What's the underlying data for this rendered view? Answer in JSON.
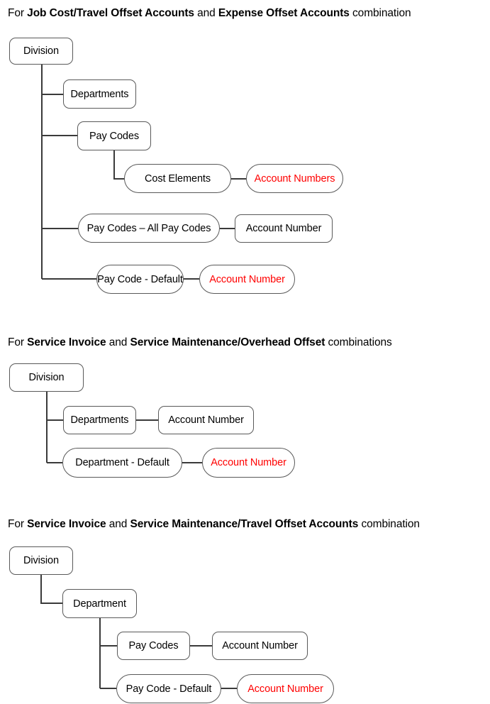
{
  "document": {
    "title": "Offset Account Hierarchy Diagrams",
    "background_color": "#ffffff",
    "accent_color": "#FF0000",
    "node_border_color": "#595959",
    "text_color": "#000000"
  },
  "sections": [
    {
      "id": "section-1",
      "caption": {
        "parts": [
          {
            "text": "For ",
            "bold": false
          },
          {
            "text": "Job Cost/Travel Offset Accounts",
            "bold": true
          },
          {
            "text": " and ",
            "bold": false
          },
          {
            "text": "Expense Offset Accounts",
            "bold": true
          },
          {
            "text": " combination",
            "bold": false
          }
        ],
        "plain": "For Job Cost/Travel Offset Accounts and Expense Offset Accounts combination"
      },
      "nodes": [
        {
          "id": "d1-division",
          "label": "Division",
          "kind": "normal"
        },
        {
          "id": "d1-departments",
          "label": "Departments",
          "kind": "normal"
        },
        {
          "id": "d1-paycodes",
          "label": "Pay Codes",
          "kind": "normal"
        },
        {
          "id": "d1-costelements",
          "label": "Cost Elements",
          "kind": "normal"
        },
        {
          "id": "d1-acctnumbers",
          "label": "Account Numbers",
          "kind": "account"
        },
        {
          "id": "d1-paycodes-all",
          "label": "Pay Codes – All Pay Codes",
          "kind": "normal"
        },
        {
          "id": "d1-acctnumber-all",
          "label": "Account Number",
          "kind": "account"
        },
        {
          "id": "d1-paycode-default",
          "label": "Pay Code - Default",
          "kind": "normal"
        },
        {
          "id": "d1-acctnumber-def",
          "label": "Account Number",
          "kind": "account"
        }
      ]
    },
    {
      "id": "section-2",
      "caption": {
        "parts": [
          {
            "text": "For ",
            "bold": false
          },
          {
            "text": "Service Invoice",
            "bold": true
          },
          {
            "text": " and ",
            "bold": false
          },
          {
            "text": "Service Maintenance/Overhead Offset",
            "bold": true
          },
          {
            "text": " combinations",
            "bold": false
          }
        ],
        "plain": "For Service Invoice and Service Maintenance/Overhead Offset combinations"
      },
      "nodes": [
        {
          "id": "d2-division",
          "label": "Division",
          "kind": "normal"
        },
        {
          "id": "d2-departments",
          "label": "Departments",
          "kind": "normal"
        },
        {
          "id": "d2-acctnumber-1",
          "label": "Account Number",
          "kind": "account"
        },
        {
          "id": "d2-dept-default",
          "label": "Department - Default",
          "kind": "normal"
        },
        {
          "id": "d2-acctnumber-2",
          "label": "Account Number",
          "kind": "account"
        }
      ]
    },
    {
      "id": "section-3",
      "caption": {
        "parts": [
          {
            "text": "For ",
            "bold": false
          },
          {
            "text": "Service Invoice",
            "bold": true
          },
          {
            "text": " and ",
            "bold": false
          },
          {
            "text": "Service Maintenance/Travel Offset Accounts",
            "bold": true
          },
          {
            "text": " combination",
            "bold": false
          }
        ],
        "plain": "For Service Invoice and Service Maintenance/Travel Offset Accounts combination"
      },
      "nodes": [
        {
          "id": "d3-division",
          "label": "Division",
          "kind": "normal"
        },
        {
          "id": "d3-department",
          "label": "Department",
          "kind": "normal"
        },
        {
          "id": "d3-paycodes",
          "label": "Pay Codes",
          "kind": "normal"
        },
        {
          "id": "d3-acctnumber-1",
          "label": "Account Number",
          "kind": "account"
        },
        {
          "id": "d3-paycode-default",
          "label": "Pay Code - Default",
          "kind": "normal"
        },
        {
          "id": "d3-acctnumber-2",
          "label": "Account Number",
          "kind": "account"
        }
      ]
    }
  ]
}
